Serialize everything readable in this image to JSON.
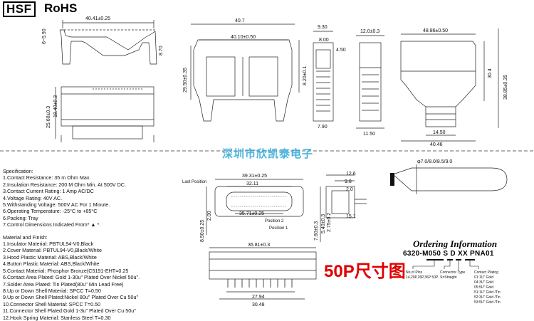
{
  "header": {
    "brand": "HSF",
    "compliance": "RoHS"
  },
  "watermark": "深圳市欣凯泰电子",
  "size_label": "50P尺寸图",
  "dimensions": {
    "v1": {
      "width": "40.41±0.25",
      "h1": "6~5.90",
      "h2": "8.70"
    },
    "v2": {
      "depth": "25.60±0.3",
      "depth2": "18.40±0.3"
    },
    "v3": {
      "w1": "40.7",
      "w2": "40.10±0.50",
      "h1": "8.20±0.1",
      "h2": "29.50±0.35"
    },
    "v4": {
      "a": "9.30",
      "b": "8.00",
      "c": "4.50",
      "d": "7.90"
    },
    "v5": {
      "a": "12.0±0.3",
      "b": "11.50"
    },
    "v6": {
      "a": "48.86±0.50",
      "b": "30.4",
      "c": "38.85±0.35",
      "d": "14.50",
      "e": "40.46"
    },
    "v7": {
      "a": "39.31±0.25",
      "b": "32.11",
      "c": "35.71±0.25",
      "d": "8.50±0.25",
      "e": "2.00",
      "pos1": "Last Position",
      "pos2": "Position 2",
      "pos3": "Position 1"
    },
    "v8": {
      "a": "12.6",
      "b": "9.8",
      "c": "2.0",
      "d": "15.1",
      "e": "7.60±0.3",
      "f": "5.40±0.3",
      "g": "2.75±0.2"
    },
    "v9": {
      "a": "36.81±0.3",
      "b": "27.94",
      "c": "30.48"
    },
    "v10": {
      "phi": "φ7.0/8.0/8.5/9.0"
    }
  },
  "spec": {
    "title": "Specification:",
    "items": [
      "1.Contact Resistance: 35 m Ohm Max.",
      "2.Insulation Resistance: 200 M Ohm Min. At 500V DC.",
      "3.Contact Current Rating: 1 Amp AC/DC",
      "4.Voltage Rating: 40V AC.",
      "5.Withstanding Voltage: 500V AC For 1 Minute.",
      "6.Operating Temperature: -25°C to +85°C",
      "6.Packing: Tray",
      "7.Control Dimensions Indicated From* ▲ *."
    ],
    "material_title": "Material and Finish:",
    "materials": [
      "1.Insulator Material: PBTUL94-V0,Black",
      "2.Cover Material: PBTUL94-V0,Black/White",
      "3.Hood Plastic Material: ABS,Black/White",
      "4.Button Plastic Material: ABS,Black/White",
      "5.Contact Material: Phosphor Bronze(C5191-EHT=0.25",
      "6.Contact Area Plated: Gold 1-30u\" Plated Over Nickel 50u\".",
      "7.Solder Area Plated: Tin Plated(80u\" Min Lead Free)",
      "8.Up or Down Shell Material: SPCC T=0.50",
      "9.Up or Down Shell Plated:Nickel 80u\" Plated Over Cu 50u\"",
      "10.Connector Shell Material: SPCC T=0.50",
      "11.Connector Shell Plated:Gold 1-3u\" Plated Over Cu 50u\"",
      "12.Hook Spring Material: Stanless Steel T=0.30"
    ]
  },
  "ordering": {
    "title": "Ordering Information",
    "part_number": "6320-M050 S D XX PNA01",
    "labels": {
      "pins_title": "No.of Pins",
      "pins": "14,20P,26P,36P 50P",
      "type_title": "Connector Type",
      "type": "S=Straight",
      "plating_title": "Contact Plating",
      "plating": [
        "01:1U\" Gold",
        "04:3U\" Gold",
        "05:5U\" Gold",
        "51:1U\" Gold /Tin",
        "52:3U\" Gold /Tin",
        "53:5U\" Gold /Tin"
      ]
    }
  }
}
